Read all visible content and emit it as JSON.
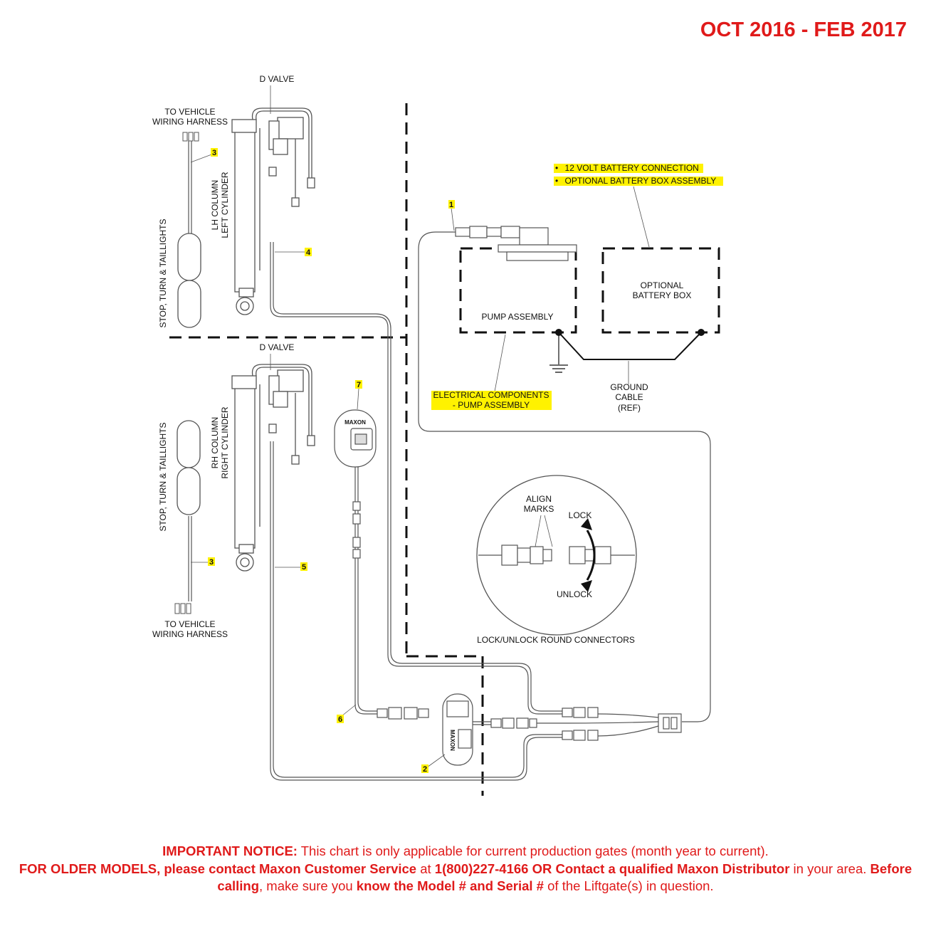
{
  "header": {
    "date_range": "OCT 2016 - FEB 2017"
  },
  "labels": {
    "d_valve_top": "D VALVE",
    "d_valve_bottom": "D VALVE",
    "vehicle_harness_top": [
      "TO VEHICLE",
      "WIRING HARNESS"
    ],
    "vehicle_harness_bottom": [
      "TO VEHICLE",
      "WIRING HARNESS"
    ],
    "lh_column": [
      "LH COLUMN",
      "LEFT CYLINDER"
    ],
    "rh_column": [
      "RH COLUMN",
      "RIGHT CYLINDER"
    ],
    "taillights_top": "STOP, TURN & TAILLIGHTS",
    "taillights_bottom": "STOP, TURN & TAILLIGHTS",
    "battery_notes": [
      "12 VOLT BATTERY CONNECTION",
      "OPTIONAL BATTERY BOX ASSEMBLY"
    ],
    "pump_assembly": "PUMP ASSEMBLY",
    "optional_battery_box": [
      "OPTIONAL",
      "BATTERY BOX"
    ],
    "electrical_components": [
      "ELECTRICAL COMPONENTS",
      "- PUMP ASSEMBLY"
    ],
    "ground_cable": [
      "GROUND",
      "CABLE",
      "(REF)"
    ],
    "align_marks": [
      "ALIGN",
      "MARKS"
    ],
    "lock": "LOCK",
    "unlock": "UNLOCK",
    "connectors_caption": "LOCK/UNLOCK ROUND CONNECTORS",
    "brand_text": "MAXON"
  },
  "callouts": {
    "c1": "1",
    "c2": "2",
    "c3a": "3",
    "c3b": "3",
    "c4": "4",
    "c5": "5",
    "c6": "6",
    "c7": "7"
  },
  "notice": {
    "p1": "IMPORTANT NOTICE:",
    "p2": " This chart is only applicable for current production gates (month year to current).",
    "p3": "FOR OLDER MODELS, please contact Maxon Customer Service",
    "p4": " at ",
    "p5": "1(800)227-4166 OR Contact a qualified Maxon Distributor",
    "p6": " in your area. ",
    "p7": "Before calling",
    "p8": ", make sure you ",
    "p9": "know the Model # and Serial #",
    "p10": " of the Liftgate(s) in question."
  },
  "colors": {
    "title_red": "#e01a1a",
    "highlight_yellow": "#fff200",
    "line_gray": "#555555",
    "dash_black": "#111111"
  }
}
